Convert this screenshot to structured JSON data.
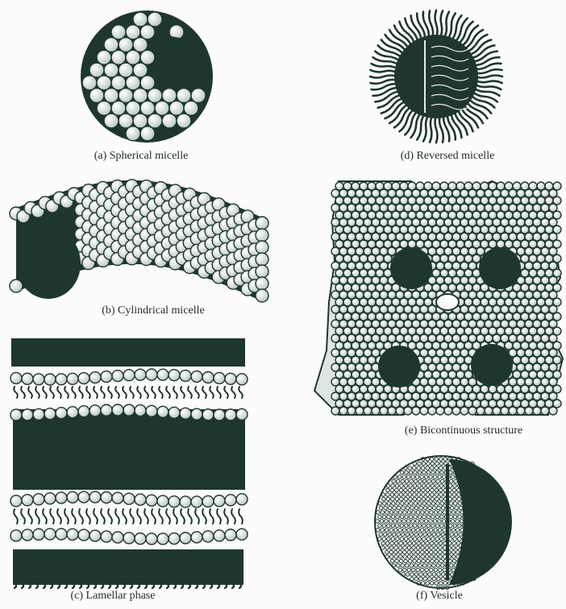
{
  "figure": {
    "colors": {
      "ink": "#1f3630",
      "head_fill": "#e8ece6",
      "background": "#fcfcfa"
    },
    "panels": [
      {
        "id": "a",
        "caption": "(a) Spherical micelle",
        "icon": "spherical-micelle"
      },
      {
        "id": "b",
        "caption": "(b) Cylindrical micelle",
        "icon": "cylindrical-micelle"
      },
      {
        "id": "c",
        "caption": "(c) Lamellar phase",
        "icon": "lamellar-phase"
      },
      {
        "id": "d",
        "caption": "(d) Reversed micelle",
        "icon": "reversed-micelle"
      },
      {
        "id": "e",
        "caption": "(e) Bicontinuous structure",
        "icon": "bicontinuous-structure"
      },
      {
        "id": "f",
        "caption": "(f) Vesicle",
        "icon": "vesicle"
      }
    ]
  }
}
